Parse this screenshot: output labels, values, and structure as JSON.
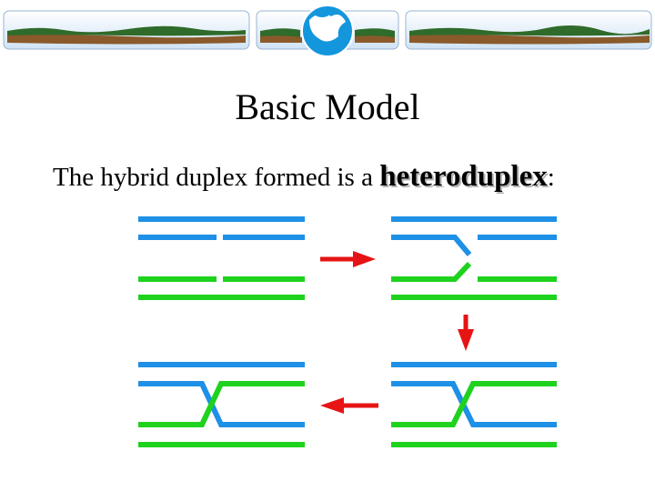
{
  "slide": {
    "title": "Basic Model",
    "subtitle_prefix": "The hybrid duplex formed is a ",
    "subtitle_keyword": "heteroduplex",
    "subtitle_suffix": ":"
  },
  "colors": {
    "strand_blue": "#1e90e6",
    "strand_green": "#1ed21e",
    "arrow_red": "#e61414",
    "banner_sky": "#dcebf8",
    "banner_land": "#8a5a2b",
    "banner_grass": "#2f6b2a",
    "globe_blue": "#1496dc"
  },
  "diagram": {
    "panels": [
      "double-strand-break",
      "strand-invasion",
      "branch-migration",
      "heteroduplex-crossover"
    ],
    "arrows": [
      "right",
      "down",
      "left"
    ]
  }
}
